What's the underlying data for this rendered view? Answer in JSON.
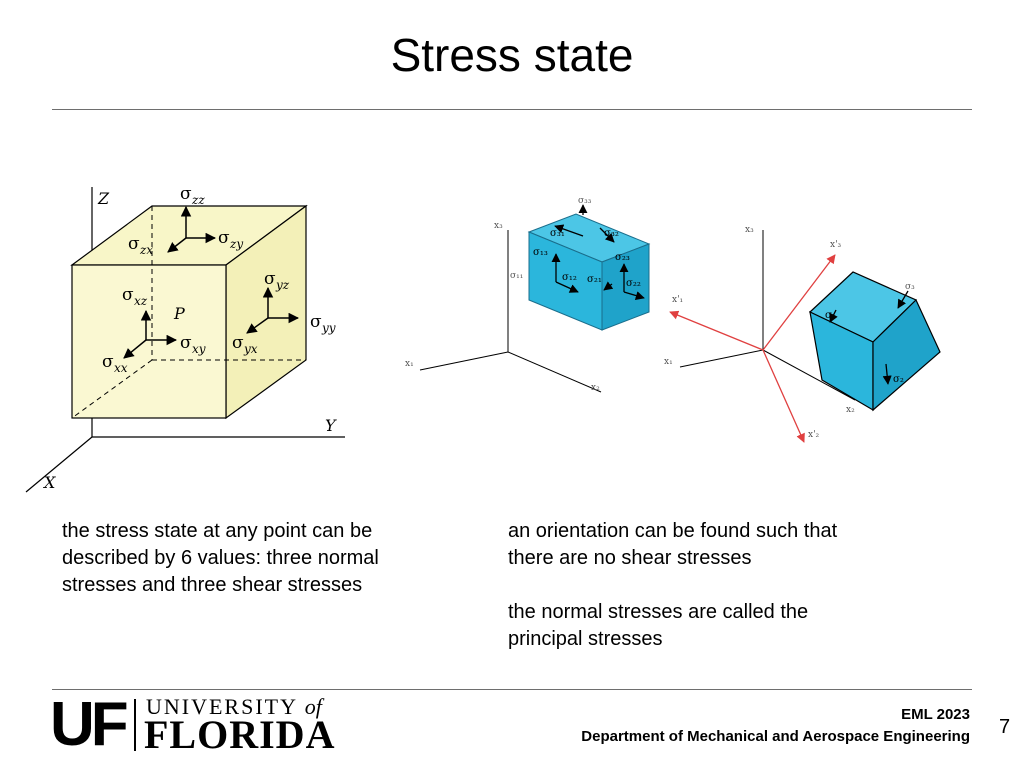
{
  "slide": {
    "title": "Stress state",
    "page_number": "7"
  },
  "left_text": {
    "line1": "the stress state at any point can be",
    "line2": "described by 6 values: three normal",
    "line3": "stresses and three shear stresses"
  },
  "right_text": {
    "p1_line1": "an orientation can be found such that",
    "p1_line2": "there are no shear stresses",
    "p2_line1": "the normal stresses are called the",
    "p2_line2": "principal stresses"
  },
  "footer": {
    "course": "EML 2023",
    "department": "Department of Mechanical and Aerospace Engineering",
    "logo_uf": "UF",
    "logo_university": "UNIVERSITY",
    "logo_of": "of",
    "logo_florida": "FLORIDA"
  },
  "cube_diagram": {
    "axis_x": "X",
    "axis_y": "Y",
    "axis_z": "Z",
    "point_label": "P",
    "sigma": "σ",
    "sub_zz": "zz",
    "sub_zx": "zx",
    "sub_zy": "zy",
    "sub_xz": "xz",
    "sub_yz": "yz",
    "sub_xy": "xy",
    "sub_yx": "yx",
    "sub_xx": "xx",
    "sub_yy": "yy",
    "cube_fill": "#f8f6c8"
  },
  "element_diagram": {
    "axis_x1": "x₁",
    "axis_x2": "x₂",
    "axis_x3": "x₃",
    "s33": "σ₃₃",
    "s31": "σ₃₁",
    "s32": "σ₃₂",
    "s13": "σ₁₃",
    "s11": "σ₁₁",
    "s12": "σ₁₂",
    "s21": "σ₂₁",
    "s23": "σ₂₃",
    "s22": "σ₂₂",
    "cube_color": "#2bb6dc"
  },
  "principal_diagram": {
    "axis_x1": "x₁",
    "axis_x2": "x₂",
    "axis_x3": "x₃",
    "axis_x1p": "x'₁",
    "axis_x2p": "x'₂",
    "axis_x3p": "x'₃",
    "s1": "σ₁",
    "s2": "σ₂",
    "s3": "σ₃",
    "rotated_axis_color": "#e04040",
    "cube_color": "#2bb6dc"
  }
}
